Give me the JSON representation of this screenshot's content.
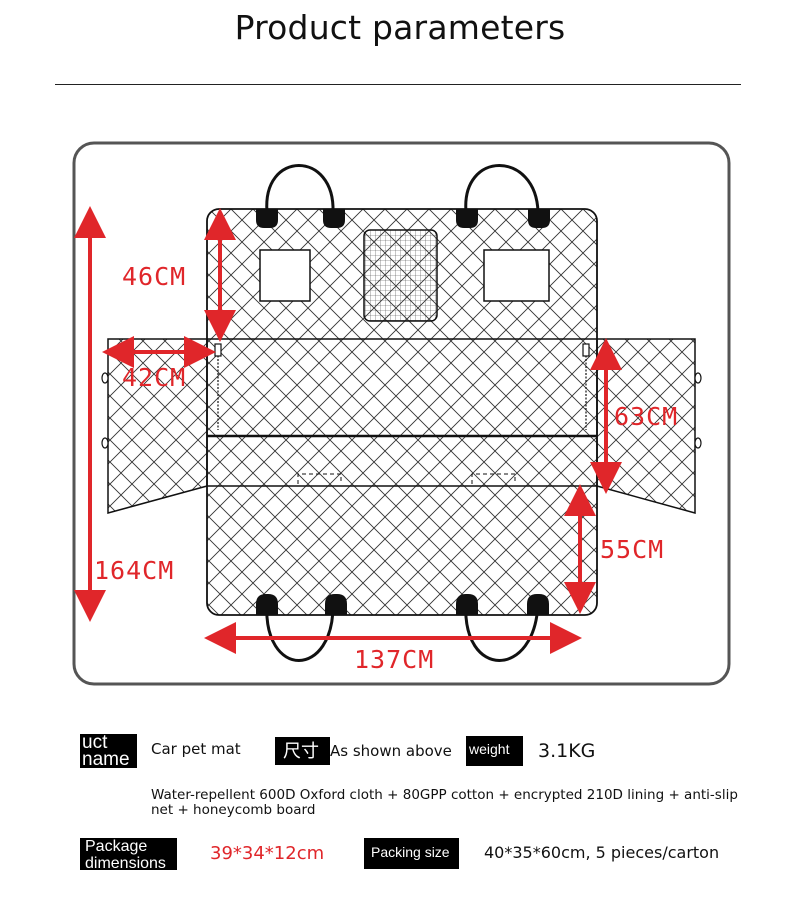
{
  "page": {
    "title": "Product parameters"
  },
  "dimensions": {
    "total_length": "164CM",
    "top_height": "46CM",
    "side_flap_width": "42CM",
    "side_flap_height": "63CM",
    "bottom_height": "55CM",
    "width": "137CM"
  },
  "specs": {
    "product_name_tag": "uct name",
    "product_name_value": "Car pet mat",
    "size_tag": "尺寸",
    "size_value": "As shown above",
    "weight_tag": "weight",
    "weight_value": "3.1KG",
    "material": "Water-repellent 600D Oxford cloth + 80GPP cotton + encrypted 210D lining + anti-slip net + honeycomb board",
    "package_tag": "Package dimensions",
    "package_value": "39*34*12cm",
    "packing_size_tag": "Packing size",
    "packing_size_value": "40*35*60cm, 5 pieces/carton"
  },
  "colors": {
    "accent_red": "#e0262a",
    "frame": "#555555",
    "ink": "#111111"
  }
}
